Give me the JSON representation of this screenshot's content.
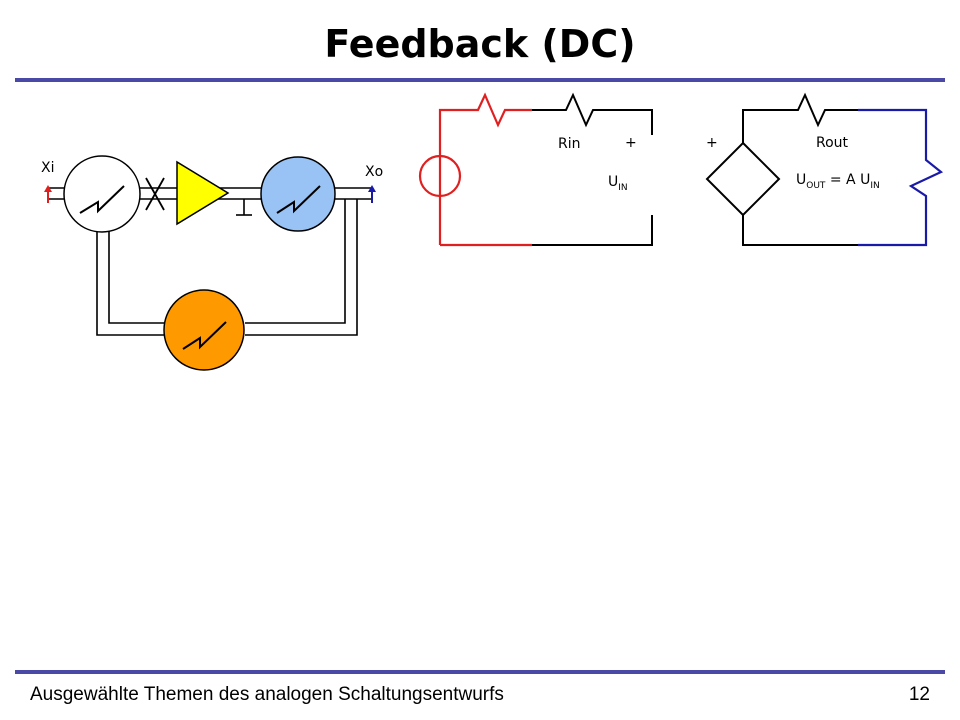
{
  "slide": {
    "title": "Feedback (DC)",
    "footer": "Ausgewählte Themen des analogen Schaltungsentwurfs",
    "page_number": "12"
  },
  "block_diagram": {
    "input_label": "Xi",
    "output_label": "Xo"
  },
  "circuit": {
    "rin_label": "Rin",
    "rout_label": "Rout",
    "plus_in": "+",
    "plus_out": "+",
    "uin_main": "U",
    "uin_sub": "IN",
    "uout_main": "U",
    "uout_sub": "OUT",
    "uout_eq": " = A U",
    "uout_eq_sub": "IN"
  },
  "colors": {
    "rule": "#4a4aa6",
    "red_wire": "#e02020",
    "blue_wire": "#1a1aa8",
    "amplifier": "#ffff00",
    "blue_block": "#99c2f5",
    "orange_block": "#ff9900"
  }
}
